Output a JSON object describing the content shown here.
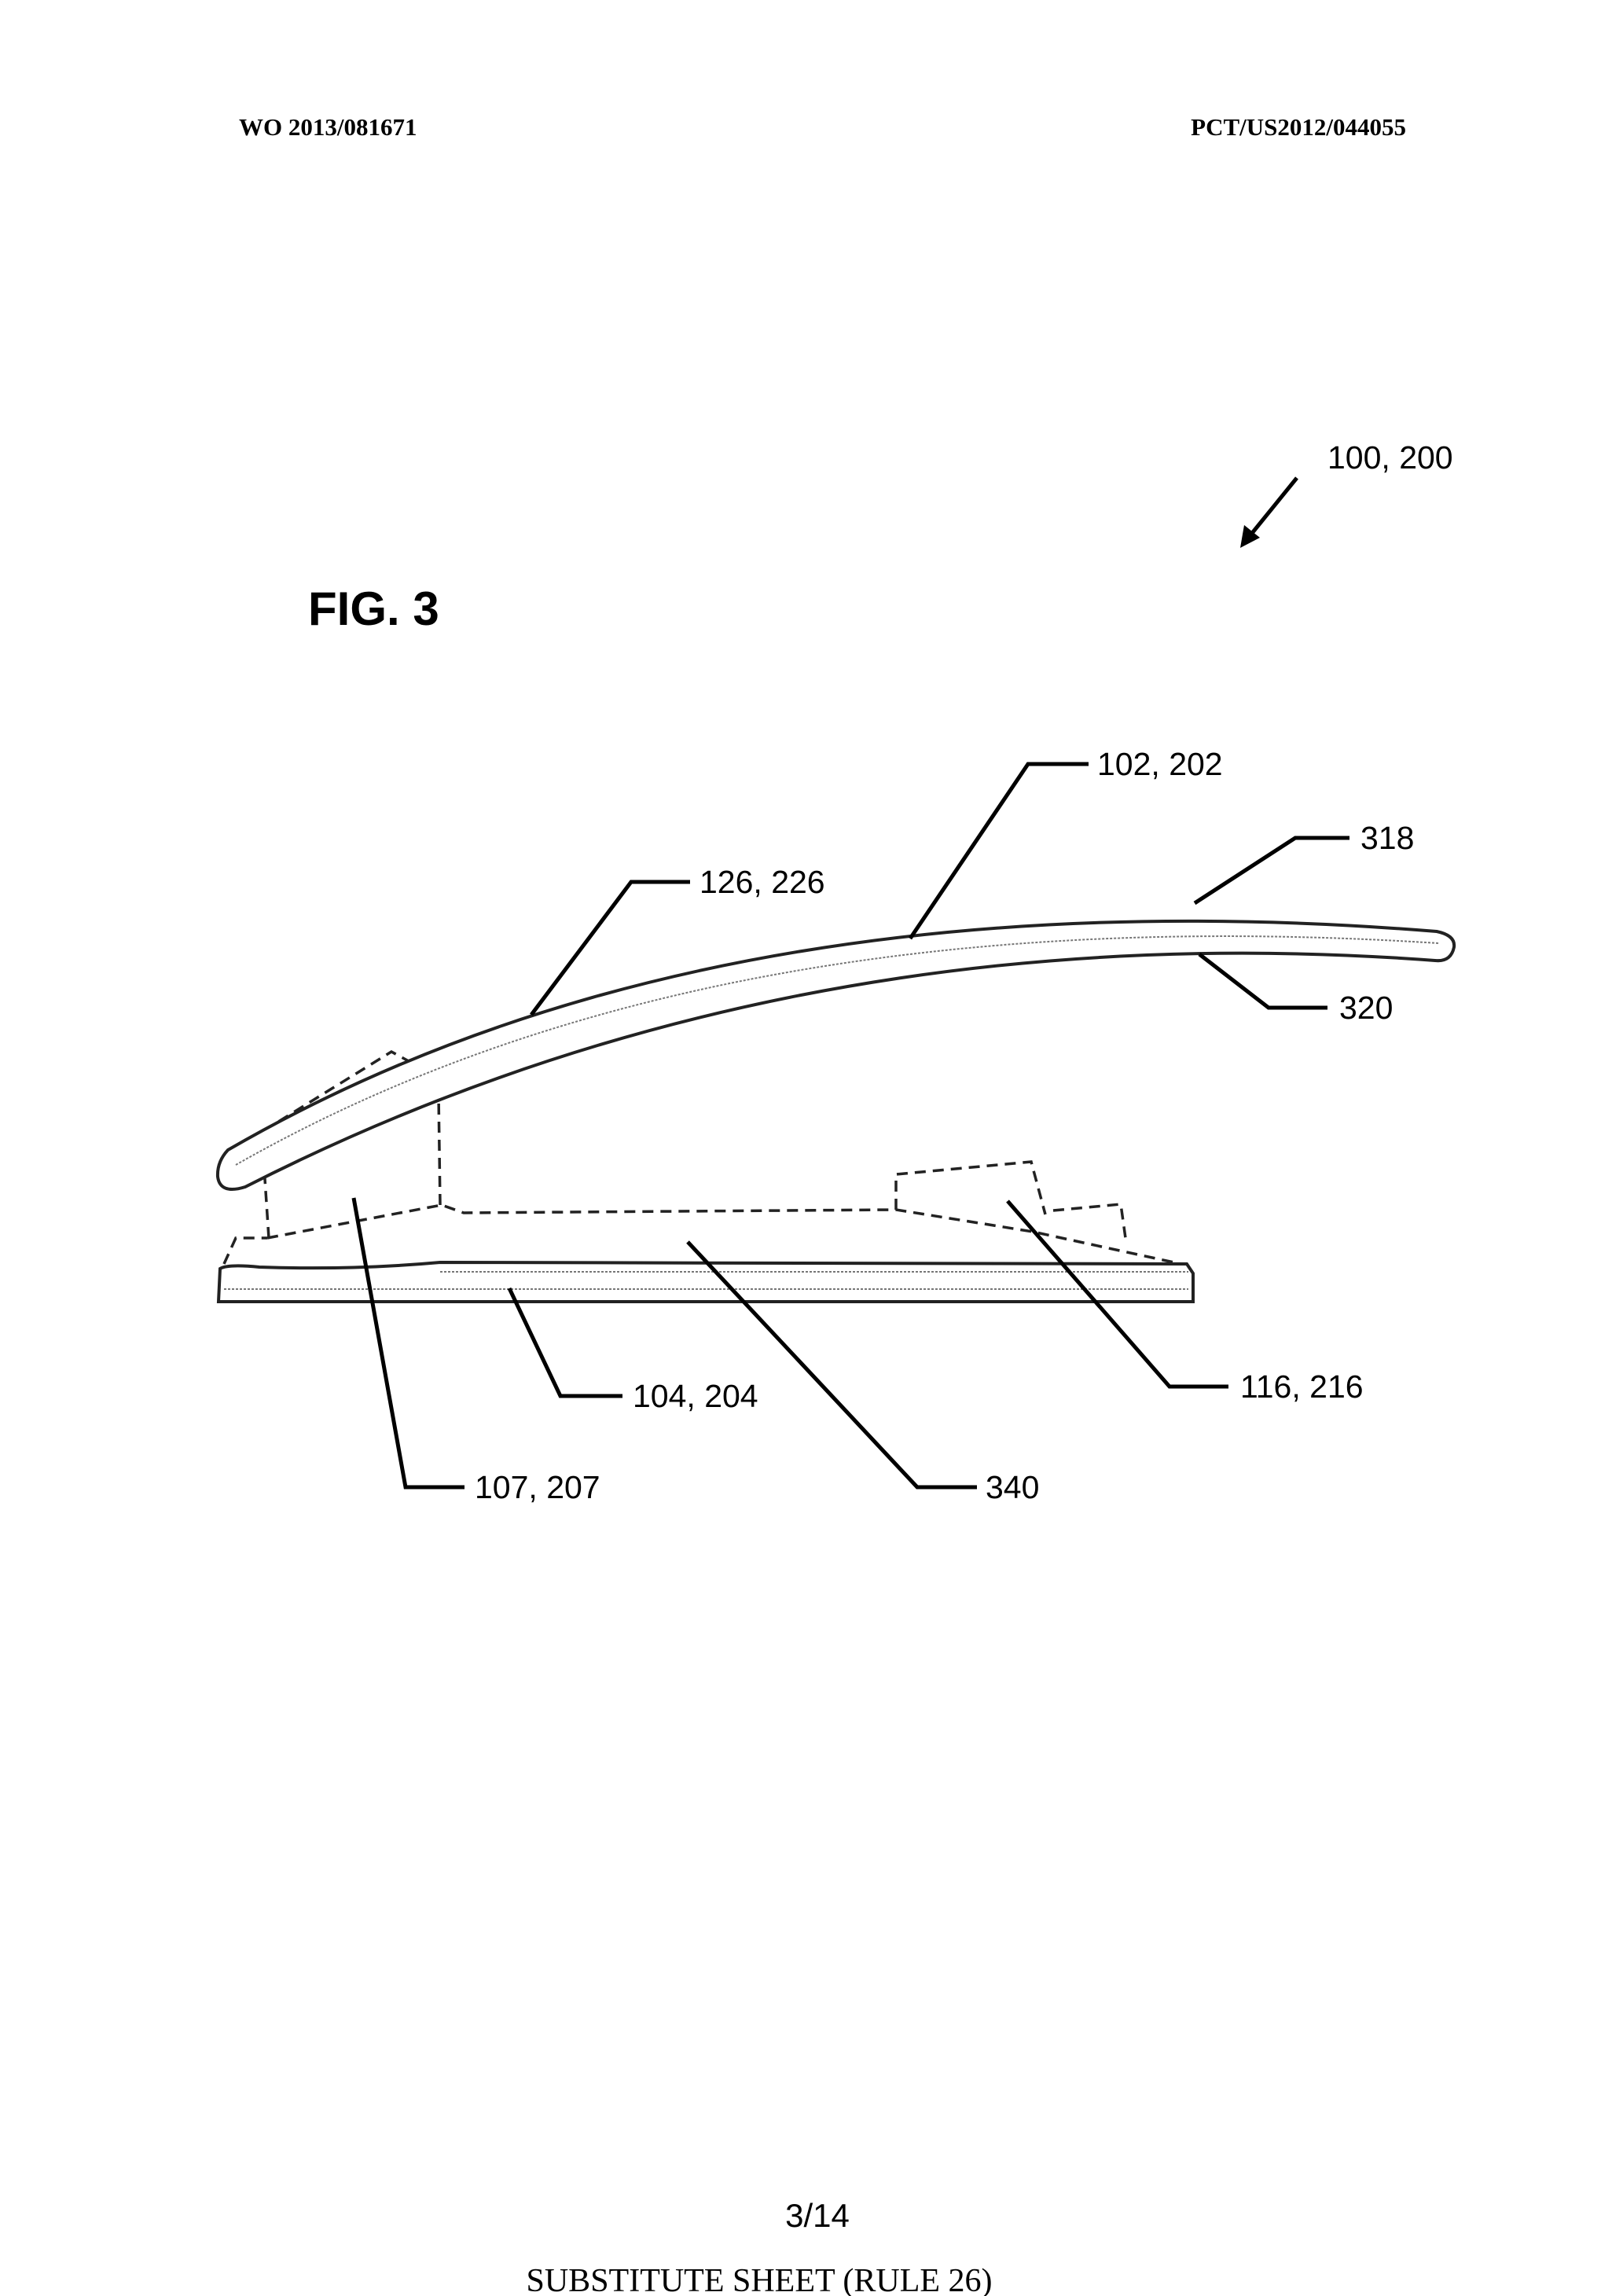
{
  "header": {
    "publication_number": "WO 2013/081671",
    "application_number": "PCT/US2012/044055"
  },
  "figure": {
    "title": "FIG. 3",
    "assembly_ref": "100, 200",
    "reference_labels": {
      "upper_arm": "102, 202",
      "top_surface": "318",
      "bottom_surface": "320",
      "arm_section": "126, 226",
      "base_plate": "104, 204",
      "post": "107, 207",
      "housing": "340",
      "rear_block": "116, 216"
    }
  },
  "footer": {
    "page": "3/14",
    "sheet_note": "SUBSTITUTE SHEET (RULE 26)"
  }
}
